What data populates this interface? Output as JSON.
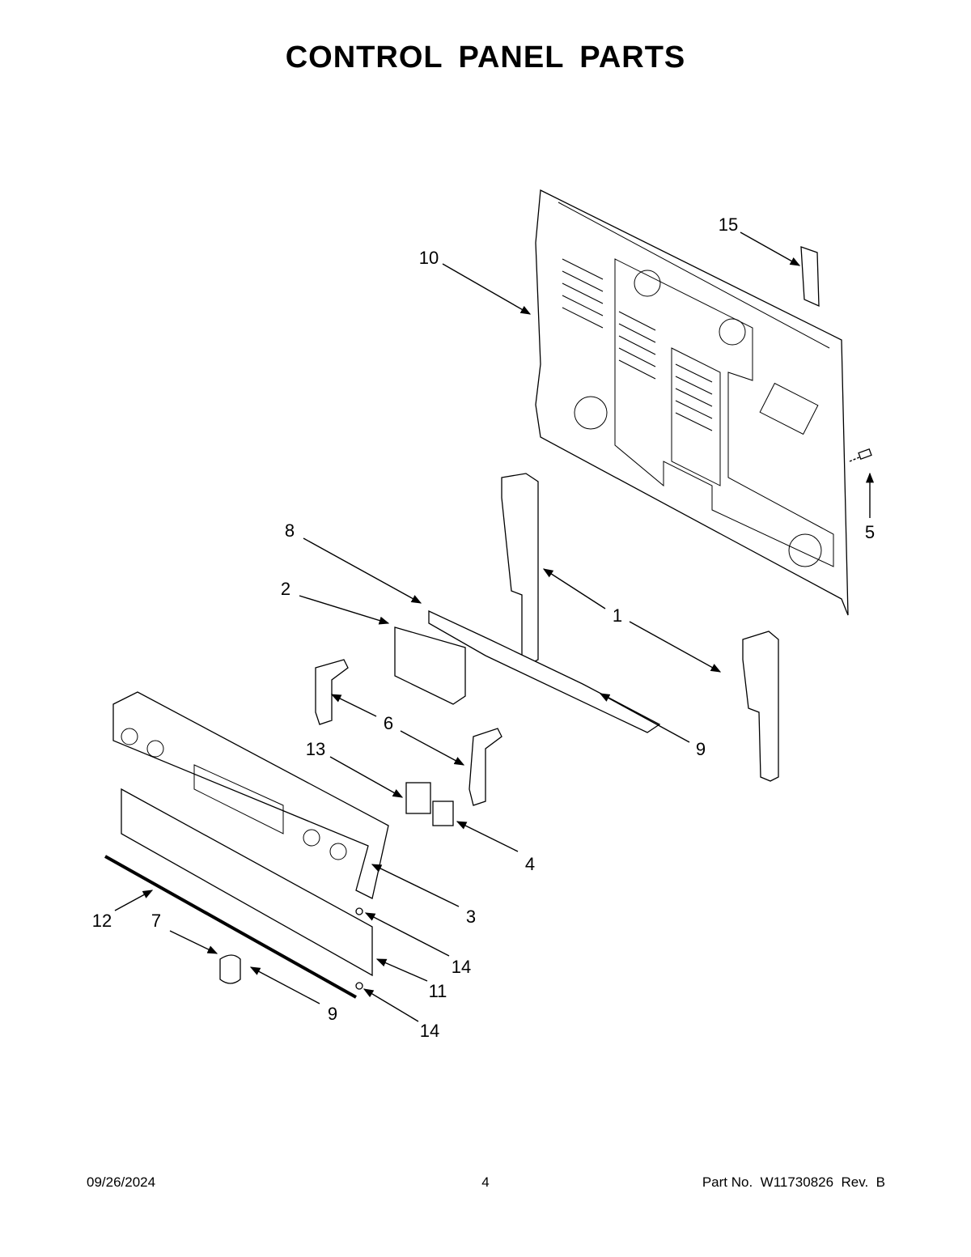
{
  "title": "CONTROL PANEL PARTS",
  "callouts": {
    "c15": "15",
    "c10": "10",
    "c5": "5",
    "c8": "8",
    "c2": "2",
    "c1": "1",
    "c6": "6",
    "c9a": "9",
    "c13": "13",
    "c4": "4",
    "c3": "3",
    "c12": "12",
    "c7": "7",
    "c14a": "14",
    "c11": "11",
    "c9b": "9",
    "c14b": "14"
  },
  "footer": {
    "date": "09/26/2024",
    "page": "4",
    "part_no": "Part No.  W11730826  Rev.  B"
  }
}
